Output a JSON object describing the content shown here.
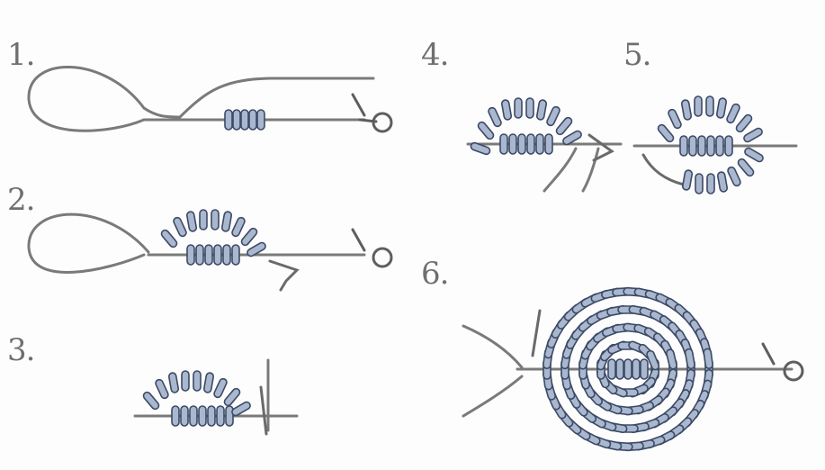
{
  "steps": [
    {
      "label": "1."
    },
    {
      "label": "2."
    },
    {
      "label": "3."
    },
    {
      "label": "4."
    },
    {
      "label": "5."
    },
    {
      "label": "6."
    }
  ],
  "colors": {
    "background": "#fdfdfd",
    "wire": "#7a7a7a",
    "bead_fill": "#a9b7cf",
    "bead_outline": "#3c4a66",
    "label": "#6f6f6f"
  }
}
